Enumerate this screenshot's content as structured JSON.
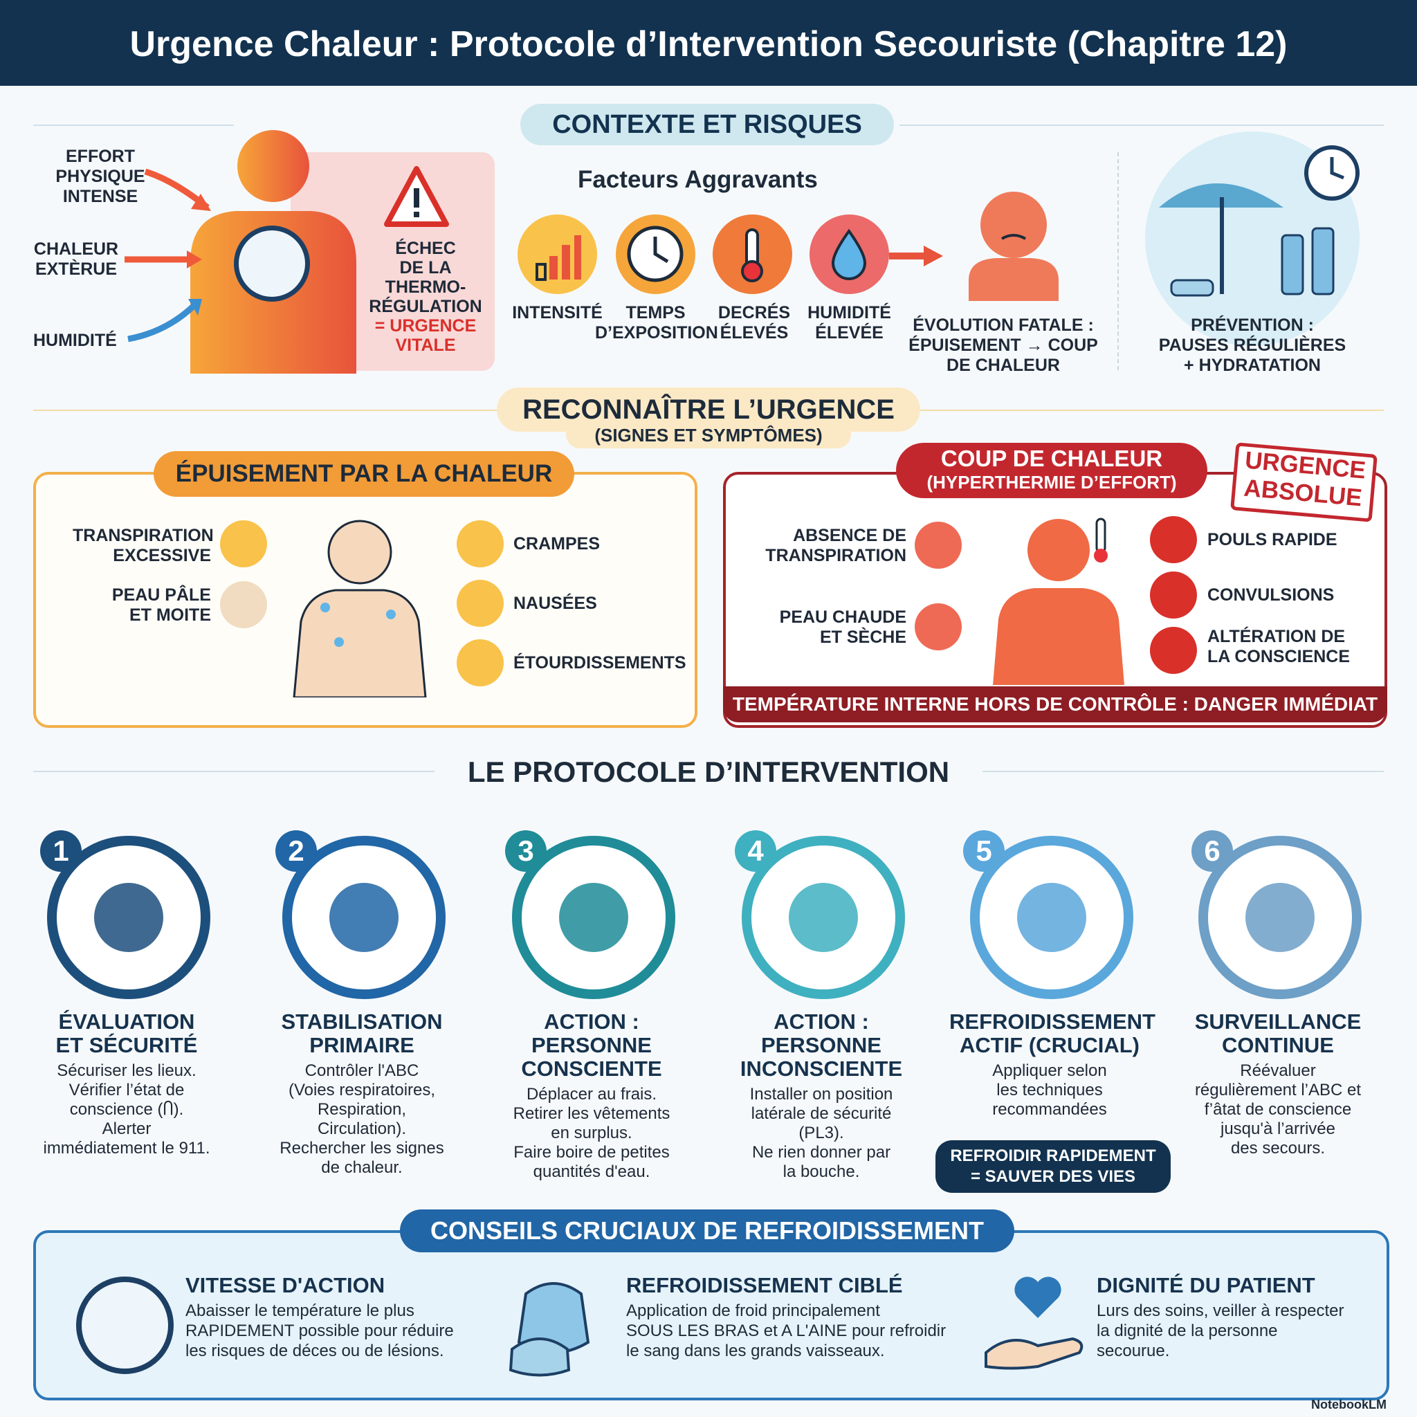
{
  "header": {
    "title": "Urgence Chaleur : Protocole d’Intervention Secouriste (Chapitre 12)"
  },
  "context": {
    "title": "CONTEXTE ET RISQUES",
    "causes": {
      "effort": [
        "EFFORT",
        "PHYSIQUE",
        "INTENSE"
      ],
      "chaleur": [
        "CHALEUR",
        "EXTÈRUE"
      ],
      "humidite": "HUMIDITÉ"
    },
    "echec": [
      "ÉCHEC",
      "DE LA",
      "THERMO-",
      "RÉGULATION"
    ],
    "echec_urgent": [
      "= URGENCE",
      "VITALE"
    ],
    "factors_title": "Facteurs Aggravants",
    "factors": [
      {
        "label": [
          "INTENSITÉ"
        ],
        "icon": "bar-chart-icon"
      },
      {
        "label": [
          "TEMPS",
          "D’EXPOSITION"
        ],
        "icon": "clock-icon"
      },
      {
        "label": [
          "DECRÉS",
          "ÉLEVÉS"
        ],
        "icon": "thermometer-icon"
      },
      {
        "label": [
          "HUMIDITÉ",
          "ÉLEVÉE"
        ],
        "icon": "droplet-icon"
      }
    ],
    "evolution": [
      "ÉVOLUTION FATALE :",
      "ÉPUISEMENT → COUP",
      "DE CHALEUR"
    ],
    "prevention": [
      "PRÉVENTION :",
      "PAUSES RÉGULIÈRES",
      "+ HYDRATATION"
    ]
  },
  "recognize": {
    "title": "RECONNAÎTRE L’URGENCE",
    "subtitle": "(SIGNES ET SYMPTÔMES)"
  },
  "exhaustion": {
    "title": "ÉPUISEMENT PAR LA CHALEUR",
    "left": [
      [
        "TRANSPIRATION",
        "EXCESSIVE"
      ],
      [
        "PEAU PÂLE",
        "ET MOITE"
      ]
    ],
    "right": [
      "CRAMPES",
      "NAUSÉES",
      "ÉTOURDISSEMENTS"
    ]
  },
  "heatstroke": {
    "title": "COUP DE CHALEUR",
    "subtitle": "(HYPERTHERMIE D’EFFORT)",
    "stamp": [
      "URGENCE",
      "ABSOLUE"
    ],
    "left": [
      [
        "ABSENCE DE",
        "TRANSPIRATION"
      ],
      [
        "PEAU CHAUDE",
        "ET SÈCHE"
      ]
    ],
    "right": [
      [
        "POULS RAPIDE"
      ],
      [
        "CONVULSIONS"
      ],
      [
        "ALTÉRATION DE",
        "LA CONSCIENCE"
      ]
    ],
    "banner": "TEMPÉRATURE INTERNE HORS DE CONTRÔLE : DANGER IMMÉDIAT"
  },
  "protocol": {
    "title": "LE PROTOCOLE D’INTERVENTION",
    "steps": [
      {
        "num": "1",
        "color": "#1d4f7c",
        "title": [
          "ÉVALUATION",
          "ET SÉCURITÉ"
        ],
        "body": [
          "Sécuriser les lieux.",
          "Vérifier l’état de",
          "conscience (Ⴖ).",
          "Alerter",
          "immédiatement le 911."
        ],
        "icon": "shield-check-icon"
      },
      {
        "num": "2",
        "color": "#2166a6",
        "title": [
          "STABILISATION",
          "PRIMAIRE"
        ],
        "body": [
          "Contrôler l'ABC",
          "(Voies respiratoires,",
          "Respiration,",
          "Circulation).",
          "Rechercher les signes",
          "de chaleur."
        ],
        "icon": "lungs-heart-icon"
      },
      {
        "num": "3",
        "color": "#1f8c98",
        "title": [
          "ACTION :",
          "PERSONNE",
          "CONSCIENTE"
        ],
        "body": [
          "Déplacer au frais.",
          "Retirer les vêtements",
          "en surplus.",
          "Faire boire de petites",
          "quantités d'eau."
        ],
        "icon": "person-shade-icon"
      },
      {
        "num": "4",
        "color": "#3fb0c0",
        "title": [
          "ACTION :",
          "PERSONNE",
          "INCONSCIENTE"
        ],
        "body": [
          "Installer on position",
          "latérale de sécurité",
          "(PL3).",
          "Ne rien donner par",
          "la bouche."
        ],
        "icon": "recovery-position-icon"
      },
      {
        "num": "5",
        "color": "#5aa7dc",
        "title": [
          "REFROIDISSEMENT",
          "ACTIF (CRUCIAL)"
        ],
        "body": [
          "Appliquer selon",
          "les techniques",
          "recommandées"
        ],
        "icon": "ice-packs-icon"
      },
      {
        "num": "6",
        "color": "#6d9fc7",
        "title": [
          "SURVEILLANCE",
          "CONTINUE"
        ],
        "body": [
          "Réévaluer",
          "régulièrement l’ABC et",
          "f’âtat de conscience",
          "jusqu'à l’arrivée",
          "des secours."
        ],
        "icon": "monitor-watch-icon"
      }
    ],
    "callout": [
      "REFROIDIR RAPIDEMENT",
      "= SAUVER DES VIES"
    ]
  },
  "tips": {
    "title": "CONSEILS CRUCIAUX DE REFROIDISSEMENT",
    "items": [
      {
        "title": "VITESSE D'ACTION",
        "body": [
          "Abaisser le température le plus",
          "RAPIDEMENT possible pour réduire",
          "les risques de déces ou de lésions."
        ],
        "icon": "stopwatch-icon"
      },
      {
        "title": "REFROIDISSEMENT CIBLÉ",
        "body": [
          "Application de froid principalement",
          "SOUS LES BRAS et A L'AINE pour refroidir",
          "le sang dans les grands vaisseaux."
        ],
        "icon": "ice-bag-icon"
      },
      {
        "title": "DIGNITÉ DU PATIENT",
        "body": [
          "Lurs des soins, veiller à respecter",
          "la dignité de la personne",
          "secourue."
        ],
        "icon": "heart-hand-icon"
      }
    ]
  },
  "footer": {
    "brand": "NotebookLM"
  }
}
